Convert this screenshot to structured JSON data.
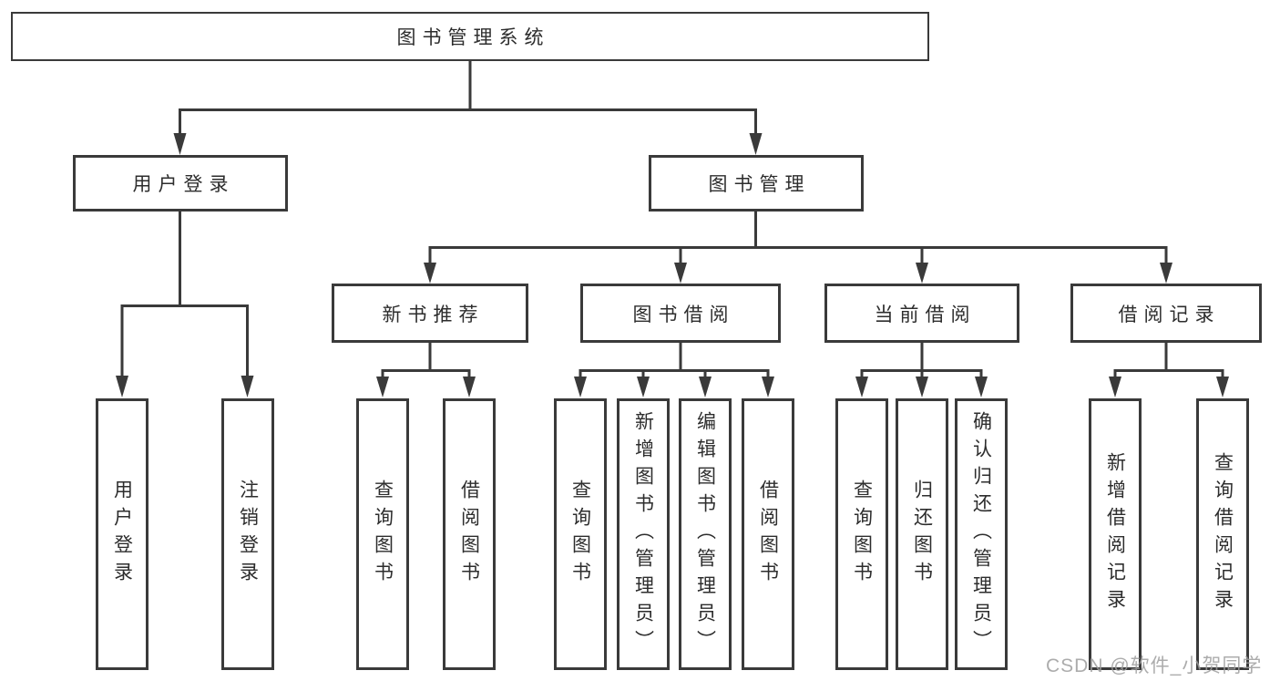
{
  "diagram": {
    "root": {
      "label": "图书管理系统"
    },
    "level2": {
      "user_login": {
        "label": "用户登录"
      },
      "book_management": {
        "label": "图书管理"
      }
    },
    "level3": {
      "new_book_recommend": {
        "label": "新书推荐"
      },
      "book_borrow": {
        "label": "图书借阅"
      },
      "current_borrow": {
        "label": "当前借阅"
      },
      "borrow_records": {
        "label": "借阅记录"
      }
    },
    "leaves": {
      "user_login": {
        "label": "用户登录"
      },
      "logout": {
        "label": "注销登录"
      },
      "query_book_1": {
        "label": "查询图书"
      },
      "borrow_book_1": {
        "label": "借阅图书"
      },
      "query_book_2": {
        "label": "查询图书"
      },
      "add_book": {
        "label": "新增图书（管理员）"
      },
      "edit_book": {
        "label": "编辑图书（管理员）"
      },
      "borrow_book_2": {
        "label": "借阅图书"
      },
      "query_book_3": {
        "label": "查询图书"
      },
      "return_book": {
        "label": "归还图书"
      },
      "confirm_return": {
        "label": "确认归还（管理员）"
      },
      "add_borrow_record": {
        "label": "新增借阅记录"
      },
      "query_borrow_record": {
        "label": "查询借阅记录"
      }
    },
    "watermark": "CSDN @软件_小贺同学"
  }
}
